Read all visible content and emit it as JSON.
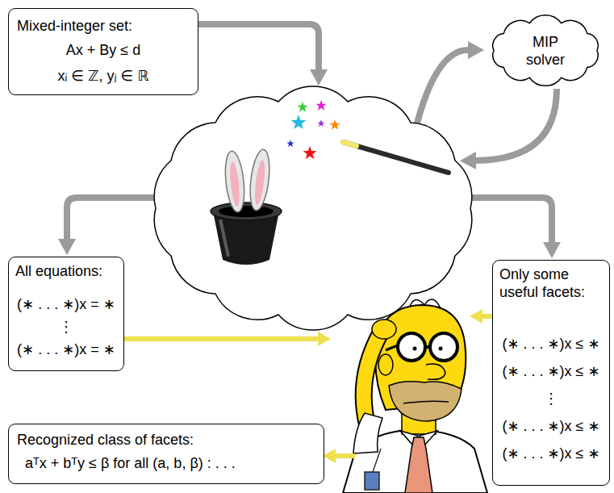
{
  "diagram": {
    "nodes": [
      {
        "text": [
          "Mixed-integer set:",
          "Ax + By ≤ d",
          "xᵢ ∈ ℤ, yⱼ ∈ ℝ"
        ]
      },
      {
        "text": [
          "MIP solver"
        ]
      },
      {
        "text": [
          "All equations:",
          "(∗ . . . ∗)x = ∗",
          "⋮",
          "(∗ . . . ∗)x = ∗"
        ]
      },
      {
        "text": [
          "Only some useful facets:",
          "(∗ . . . ∗)x ≤ ∗",
          "(∗ . . . ∗)x ≤ ∗",
          "⋮",
          "(∗ . . . ∗)x ≤ ∗",
          "(∗ . . . ∗)x ≤ ∗"
        ]
      },
      {
        "text": [
          "Recognized class of facets:",
          "aᵀx + bᵀy ≤ β for all (a, b, β) : . . ."
        ]
      }
    ]
  }
}
